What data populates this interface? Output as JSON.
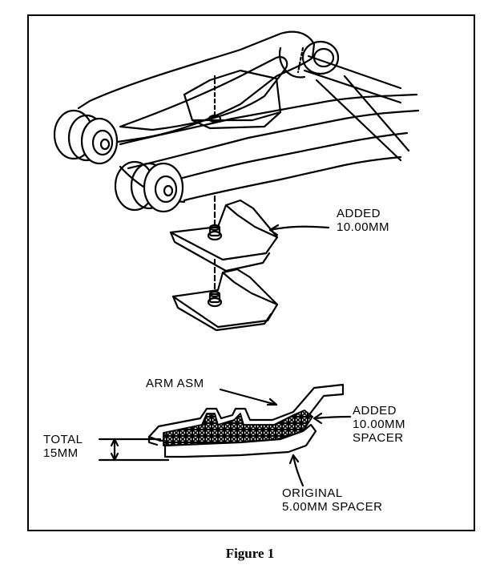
{
  "labels": {
    "added_top_line1": "ADDED",
    "added_top_line2": "10.00MM",
    "arm_asm": "ARM ASM",
    "added_right_line1": "ADDED",
    "added_right_line2": "10.00MM",
    "added_right_line3": "SPACER",
    "total_line1": "TOTAL",
    "total_line2": "15MM",
    "original_line1": "ORIGINAL",
    "original_line2": "5.00MM SPACER"
  },
  "caption": "Figure 1"
}
